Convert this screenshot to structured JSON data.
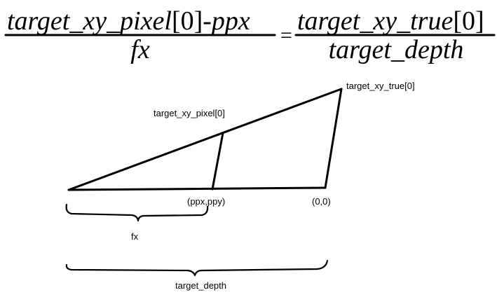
{
  "equation": {
    "left_numerator": {
      "prefix": "target_xy_pixel",
      "index": "[0]",
      "suffix": "-ppx"
    },
    "left_denominator": "fx",
    "equals": "=",
    "right_numerator": {
      "prefix": "target_xy_true",
      "index": "[0]"
    },
    "right_denominator": "target_depth"
  },
  "diagram": {
    "label_true": "target_xy_true[0]",
    "label_pixel": "target_xy_pixel[0]",
    "label_principal": "(ppx,ppy)",
    "label_origin": "(0,0)",
    "label_fx": "fx",
    "label_depth": "target_depth"
  }
}
